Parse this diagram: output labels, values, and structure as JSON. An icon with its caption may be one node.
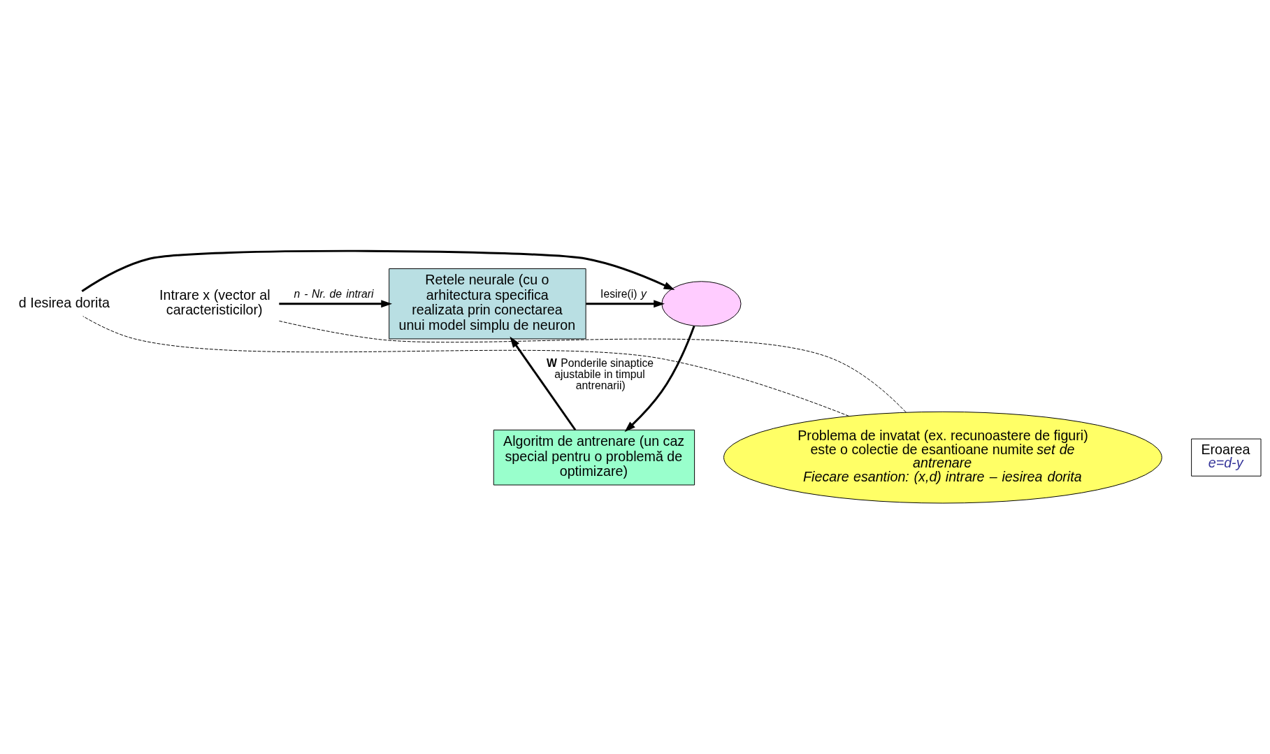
{
  "diagram": {
    "nodes": [
      {
        "text": [
          "Retele neurale (cu o arhitectura specifica realizata prin conectarea unui model simplu de neuron"
        ]
      },
      {
        "text": [],
        "shape": "ellipse"
      },
      {
        "text": [
          "Algoritm de antrenare (un caz special pentru o problemă de optimizare)"
        ]
      },
      {
        "text": [
          "Eroarea",
          "*e=d-y*"
        ]
      },
      {
        "text": [
          "Problema de invatat (ex. recunoastere de figuri) este o colectie de esantioane numite *set de antrenare*",
          "*Fiecare esantion: (x,d) intrare – iesirea dorita*"
        ]
      },
      {
        "text": [
          "Intrare x (vector al caracteristicilor)"
        ]
      },
      {
        "text": [
          "d Iesirea dorita"
        ]
      }
    ],
    "edges": [
      {
        "from": 5,
        "to": 0,
        "arrow": "to",
        "label": "*n - Nr. de intrari*"
      },
      {
        "from": 0,
        "to": 1,
        "arrow": "to",
        "label": "Iesire(i) *y*"
      },
      {
        "from": 6,
        "to": 1,
        "arrow": "to"
      },
      {
        "from": 1,
        "to": 2,
        "arrow": "to"
      },
      {
        "from": 2,
        "to": 0,
        "arrow": "to",
        "label": "**W** Ponderile sinaptice ajustabile in timpul antrenarii)"
      },
      {
        "from": 4,
        "to": 5,
        "arrow": "none",
        "style": "dashed"
      },
      {
        "from": 4,
        "to": 6,
        "arrow": "none",
        "style": "dashed"
      }
    ]
  }
}
